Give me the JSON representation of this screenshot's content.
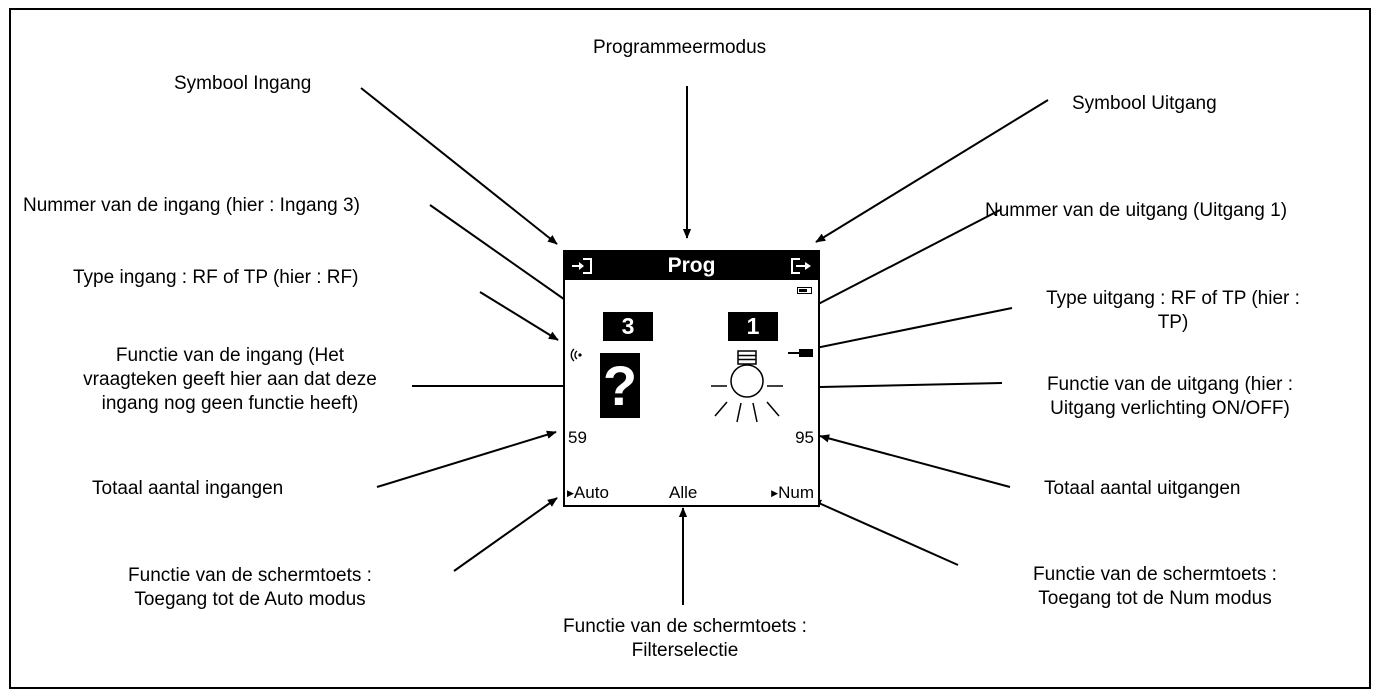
{
  "diagram": {
    "title_label": "Programmeermodus",
    "labels": {
      "symbol_input": "Symbool Ingang",
      "symbol_output": "Symbool Uitgang",
      "input_number": "Nummer van de ingang (hier : Ingang  3)",
      "output_number": "Nummer van de uitgang (Uitgang  1)",
      "input_type": "Type ingang : RF of TP (hier : RF)",
      "output_type": [
        "Type uitgang : RF of TP (hier :",
        "TP)"
      ],
      "input_function": [
        "Functie van de ingang (Het",
        "vraagteken geeft hier aan dat deze",
        "ingang nog geen functie heeft)"
      ],
      "output_function": [
        "Functie van de uitgang (hier :",
        "Uitgang verlichting ON/OFF)"
      ],
      "total_inputs": "Totaal aantal ingangen",
      "total_outputs": "Totaal aantal uitgangen",
      "softkey_auto": [
        "Functie van de schermtoets :",
        "Toegang tot de Auto modus"
      ],
      "softkey_filter": [
        "Functie van de schermtoets :",
        "Filterselectie"
      ],
      "softkey_num": [
        "Functie van de schermtoets :",
        "Toegang tot de Num modus"
      ]
    }
  },
  "screen": {
    "header": "Prog",
    "input_icon": "input-arrow-icon",
    "output_icon": "output-arrow-icon",
    "input_number": "3",
    "output_number": "1",
    "input_type_icon": "rf-signal-icon",
    "output_type_icon": "tp-wire-icon",
    "input_function_icon": "question-mark-icon",
    "input_function_glyph": "?",
    "output_function_icon": "light-bulb-icon",
    "total_inputs": "59",
    "total_outputs": "95",
    "softkeys": {
      "left": "Auto",
      "center": "Alle",
      "right": "Num"
    }
  }
}
